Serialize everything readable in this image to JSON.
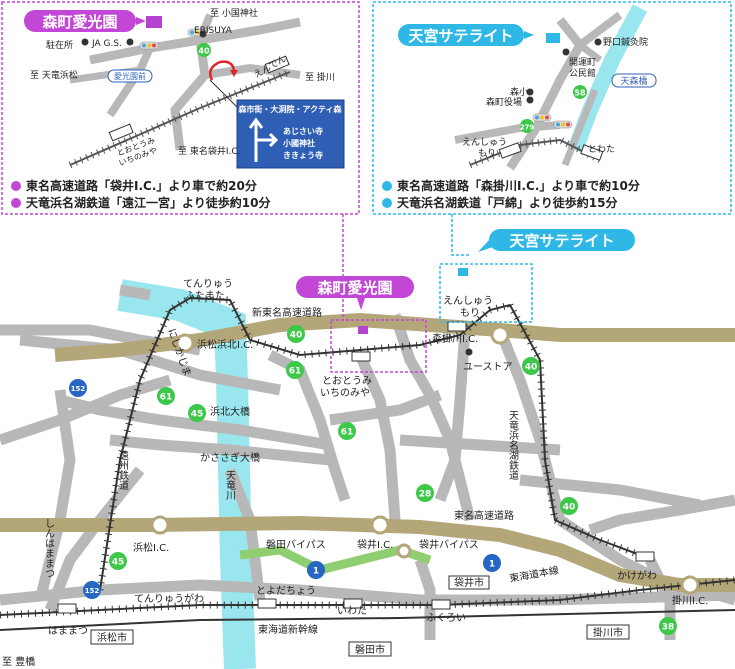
{
  "inset_left": {
    "title": "森町愛光園",
    "labels": {
      "shrine": "至 小国神社",
      "police": "駐在所",
      "ja": "JA G.S.",
      "ebisuya": "EBISUYA",
      "to_hamamatsu": "至 天竜浜松",
      "aikoen_mae": "愛光園前",
      "enden": "えんでん",
      "to_kakegawa": "至 掛川",
      "station": "とおとうみ\nいちのみや",
      "to_fukuroi": "至 東名袋井I.C.",
      "route": "40"
    },
    "sign": {
      "up": "森市街・大洞院・アクティ森",
      "right": "あじさい寺\n小國神社\nききょう寺"
    },
    "access": [
      "東名高速道路「袋井I.C.」より車で約20分",
      "天竜浜名湖鉄道「遠江一宮」より徒歩約10分"
    ]
  },
  "inset_right": {
    "title": "天宮サテライト",
    "labels": {
      "clinic": "野口鍼灸院",
      "kominkan": "開運町\n公民館",
      "mori_sho": "森小",
      "yakuba": "森町役場",
      "bridge": "天森橋",
      "enshu_mori": "えんしゅう\nもり",
      "towata": "とわた",
      "route": "58",
      "route2": "279"
    },
    "access": [
      "東名高速道路「森掛川I.C.」より車で約10分",
      "天竜浜名湖鉄道「戸綿」より徒歩約15分"
    ]
  },
  "main": {
    "callout_left": "森町愛光園",
    "callout_right": "天宮サテライト",
    "labels": {
      "tenryu_futamata": "てんりゅう\nふたまた",
      "shin_tomei": "新東名高速道路",
      "nishikajima": "にしかじま",
      "hamamatsu_hamakita_ic": "浜松浜北I.C.",
      "enshu_mori": "えんしゅう\nもり",
      "mori_kakegawa_ic": "森掛川I.C.",
      "toutoumi": "とおとうみ\nいちのみや",
      "u_store": "ユーストア",
      "hamakita_bridge": "浜北大橋",
      "kasasagi_bridge": "かささぎ大橋",
      "tenryu_river": "天竜川",
      "enshu_railway": "遠州鉄道",
      "tenhama_railway": "天竜浜名湖鉄道",
      "tomei": "東名高速道路",
      "hamamatsu_ic": "浜松I.C.",
      "iwata_bypass": "磐田バイパス",
      "fukuroi_ic": "袋井I.C.",
      "fukuroi_bypass": "袋井バイパス",
      "fukuroi_city": "袋井市",
      "tokaido_line": "東海道本線",
      "kakegawa": "かけがわ",
      "kakegawa_ic": "掛川I.C.",
      "shinhamamatsu": "しんはままつ",
      "tenryugawa": "てんりゅうがわ",
      "toyodacho": "とよだちょう",
      "iwata": "いわた",
      "fukuroi": "ふくろい",
      "hamamatsu": "はままつ",
      "shinkansen": "東海道新幹線",
      "hamamatsu_city": "浜松市",
      "iwata_city": "磐田市",
      "kakegawa_city": "掛川市",
      "to_toyohashi": "至 豊橋"
    },
    "routes": {
      "r152a": "152",
      "r152b": "152",
      "r61a": "61",
      "r61b": "61",
      "r61c": "61",
      "r45a": "45",
      "r45b": "45",
      "r40a": "40",
      "r40b": "40",
      "r40c": "40",
      "r28": "28",
      "r38": "38",
      "r1a": "1",
      "r1b": "1"
    }
  },
  "colors": {
    "magenta": "#c247d6",
    "cyan": "#2fb8e6",
    "expressway": "#b3a679",
    "road": "#b8b8b8",
    "river": "#9ae6ef",
    "green_route": "#3ec84a",
    "bypass": "#8fcf72",
    "blue_route": "#2767c4"
  }
}
